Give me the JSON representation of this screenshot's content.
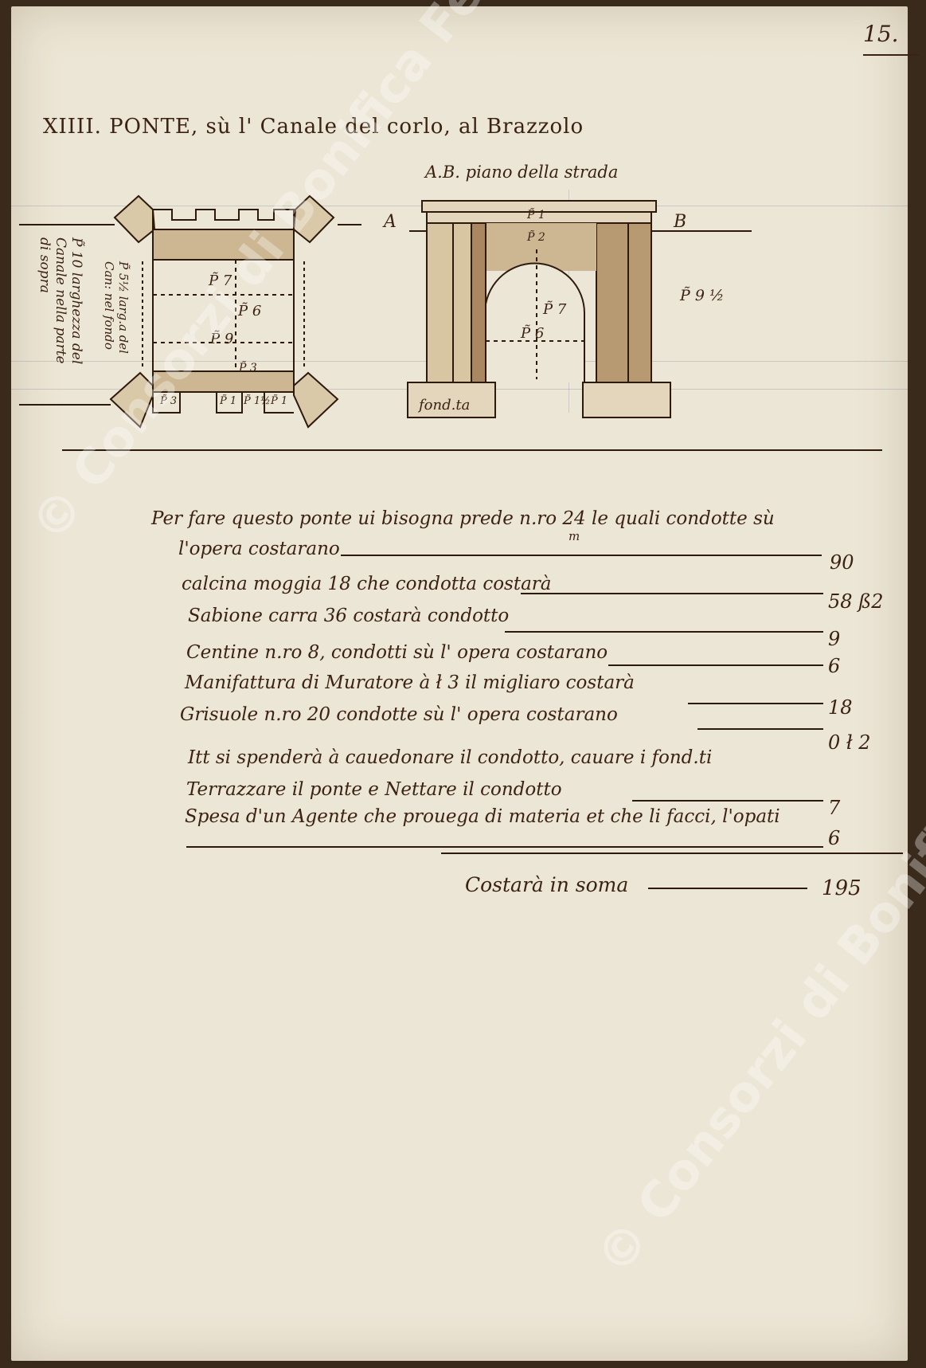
{
  "page_number": "15.",
  "title": "XIIII. PONTE, sù l' Canale del corlo, al Brazzolo",
  "drawing": {
    "road_label": "A.B. piano della strada",
    "point_a": "A",
    "point_b": "B",
    "left_note": "P̃ 10 larghezza del\nCanale nella parte\ndi sopra",
    "left_note_inner": "P̃ 5½ larg.a del\nCan: nel fondo",
    "plan_dim_top": "P̃ 7",
    "plan_dim_mid": "P̃ 9",
    "plan_dim_side": "P̃ 6",
    "plan_dim_lower": "P̃ 3",
    "plan_bottom_labels": [
      "P̃ 3",
      "P̃ 1",
      "P̃ 1½",
      "P̃ 1"
    ],
    "elev_top": "P̃ 1",
    "elev_arch": "P̃ 2",
    "elev_height": "P̃ 7",
    "elev_width": "P̃ 6",
    "elev_total": "P̃ 9 ½",
    "foundation": "fond.ta"
  },
  "estimate": {
    "intro_line1": "Per fare questo ponte ui bisogna prede n.ro 24 le quali condotte sù",
    "intro_num": "m",
    "intro_line2": "l'opera costarano",
    "items": [
      {
        "text": "calcina moggia 18 che condotta costarà",
        "amount": "58 ß2"
      },
      {
        "text": "Sabione carra 36 costarà condotto",
        "amount": "9"
      },
      {
        "text": "Centine n.ro 8, condotti sù l' opera costarano",
        "amount": "6"
      },
      {
        "text": "Manifattura di Muratore à ł 3 il migliaro costarà",
        "amount": "18"
      },
      {
        "text": "Grisuole n.ro 20 condotte sù l' opera costarano",
        "amount": "0 ł 2"
      },
      {
        "text": "Itt si spenderà à cauedonare il condotto, cauare i fond.ti",
        "amount": ""
      },
      {
        "text": "Terrazzare il ponte e Nettare il condotto",
        "amount": "7"
      },
      {
        "text": "Spesa d'un Agente che prouega di materia et che li facci, l'opati",
        "amount": "6"
      }
    ],
    "first_amount": "90",
    "total_label": "Costarà in soma",
    "total_amount": "195"
  },
  "watermark": "© Consorzi di Bonifica Ferraresi",
  "colors": {
    "ink": "#3b2212",
    "paper": "#ece6d6",
    "wash": "#b0916a"
  }
}
